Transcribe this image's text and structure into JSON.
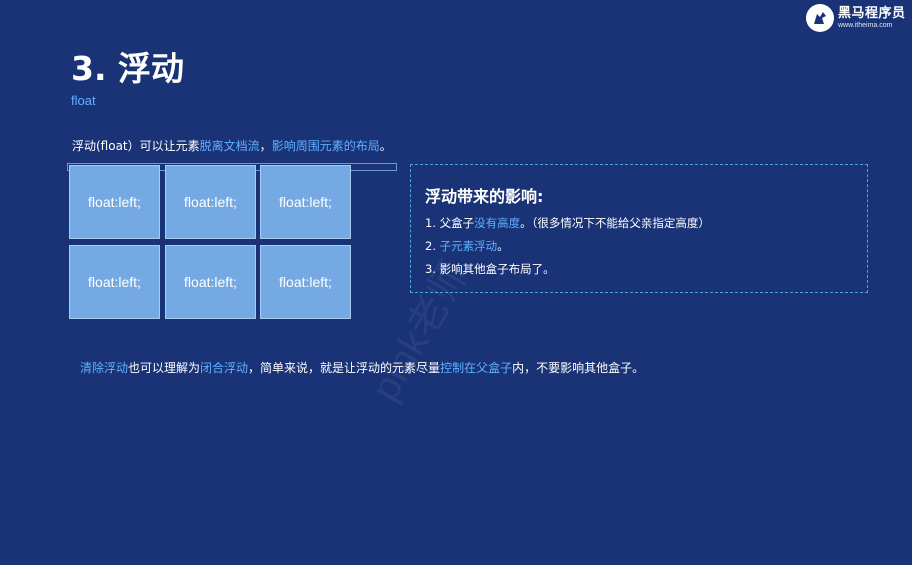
{
  "logo": {
    "name": "黑马程序员",
    "url": "www.itheima.com"
  },
  "title": "3. 浮动",
  "subtitle": "float",
  "description": {
    "p1": "浮动(float）可以让元素",
    "h1": "脱离文档流",
    "p2": "，",
    "h2": "影响周围元素的布局",
    "p3": "。"
  },
  "boxes": [
    "float:left;",
    "float:left;",
    "float:left;",
    "float:left;",
    "float:left;",
    "float:left;"
  ],
  "impact": {
    "title": "浮动带来的影响:",
    "item1": {
      "p1": "1. 父盒子",
      "h1": "没有高度",
      "p2": "。（很多情况下不能给父亲指定高度）"
    },
    "item2": {
      "p1": "2. ",
      "h1": "子元素浮动",
      "p2": "。"
    },
    "item3": {
      "p1": "3. 影响其他盒子布局了。"
    }
  },
  "clear_text": {
    "h1": "清除浮动",
    "p1": "也可以理解为",
    "h2": "闭合浮动",
    "p2": "，简单来说，就是让浮动的元素尽量",
    "h3": "控制在父盒子",
    "p3": "内，不要影响其他盒子。"
  },
  "watermark": "pink老师",
  "colors": {
    "background": "#1a3377",
    "accent": "#5fb0ff",
    "box": "#74a9e3"
  }
}
